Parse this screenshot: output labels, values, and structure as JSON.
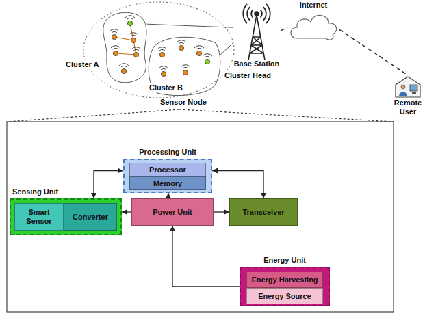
{
  "diagram": {
    "nodes": [
      {
        "text": [
          "Cluster A"
        ]
      },
      {
        "text": [
          "Cluster B"
        ]
      },
      {
        "text": [
          "Base Station"
        ]
      },
      {
        "text": [
          "Internet"
        ]
      },
      {
        "text": [
          "Remote User"
        ]
      },
      {
        "text": [
          "Processing Unit"
        ]
      },
      {
        "text": [
          "Processor"
        ],
        "in": 5
      },
      {
        "text": [
          "Memory"
        ],
        "in": 5
      },
      {
        "text": [
          "Sensing Unit"
        ]
      },
      {
        "text": [
          "Smart Sensor"
        ],
        "in": 8
      },
      {
        "text": [
          "Converter"
        ],
        "in": 8
      },
      {
        "text": [
          "Power Unit"
        ]
      },
      {
        "text": [
          "Transceiver"
        ]
      },
      {
        "text": [
          "Energy Unit"
        ]
      },
      {
        "text": [
          "Energy Harvesting"
        ],
        "in": 13
      },
      {
        "text": [
          "Energy Source"
        ],
        "in": 13
      }
    ],
    "edges": [
      {
        "from": 0,
        "to": 2,
        "arrow": "none"
      },
      {
        "from": 1,
        "to": 2,
        "arrow": "none"
      },
      {
        "from": 2,
        "to": 3,
        "arrow": "none"
      },
      {
        "from": 3,
        "to": 4,
        "arrow": "none"
      },
      {
        "from": 5,
        "to": 8,
        "arrow": "both"
      },
      {
        "from": 5,
        "to": 12,
        "arrow": "both"
      },
      {
        "from": 11,
        "to": 5,
        "arrow": "to"
      },
      {
        "from": 11,
        "to": 8,
        "arrow": "to"
      },
      {
        "from": 11,
        "to": 12,
        "arrow": "to"
      },
      {
        "from": 13,
        "to": 11,
        "arrow": "to"
      }
    ],
    "labels": [
      "Cluster Head",
      "Sensor Node"
    ]
  }
}
